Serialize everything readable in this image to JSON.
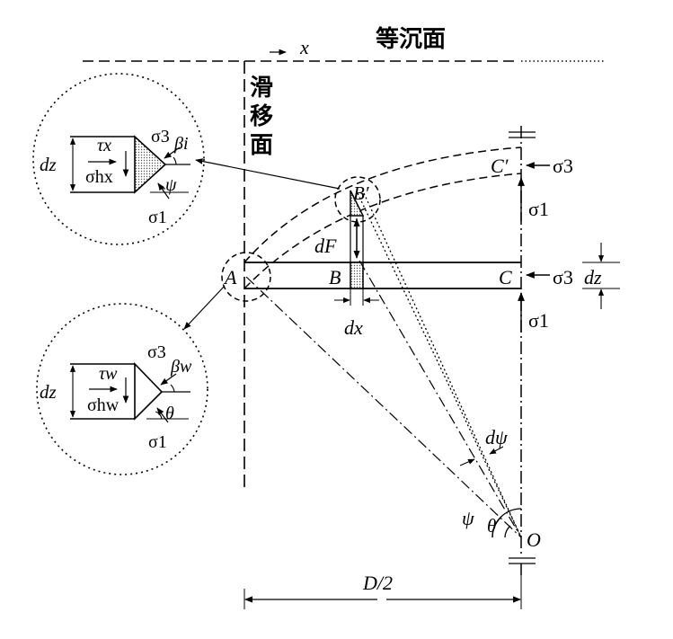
{
  "labels": {
    "settlement_plane": "等沉面",
    "slip_plane_1": "滑",
    "slip_plane_2": "移",
    "slip_plane_3": "面",
    "x_axis": "x",
    "point_A": "A",
    "point_B": "B",
    "point_B_prime": "B′",
    "point_C": "C",
    "point_C_prime": "C′",
    "point_O": "O",
    "dF": "dF",
    "dx": "dx",
    "dz": "dz",
    "sigma1": "σ1",
    "sigma3": "σ3",
    "psi": "ψ",
    "theta": "θ",
    "dpsi": "dψ",
    "D_half": "D/2"
  },
  "inset_upper": {
    "dz": "dz",
    "tau": "τx",
    "sigma_h": "σhx",
    "sigma3": "σ3",
    "beta": "βi",
    "psi": "ψ",
    "sigma1": "σ1"
  },
  "inset_lower": {
    "dz": "dz",
    "tau": "τw",
    "sigma_h": "σhw",
    "sigma3": "σ3",
    "beta": "βw",
    "theta": "θ",
    "sigma1": "σ1"
  }
}
